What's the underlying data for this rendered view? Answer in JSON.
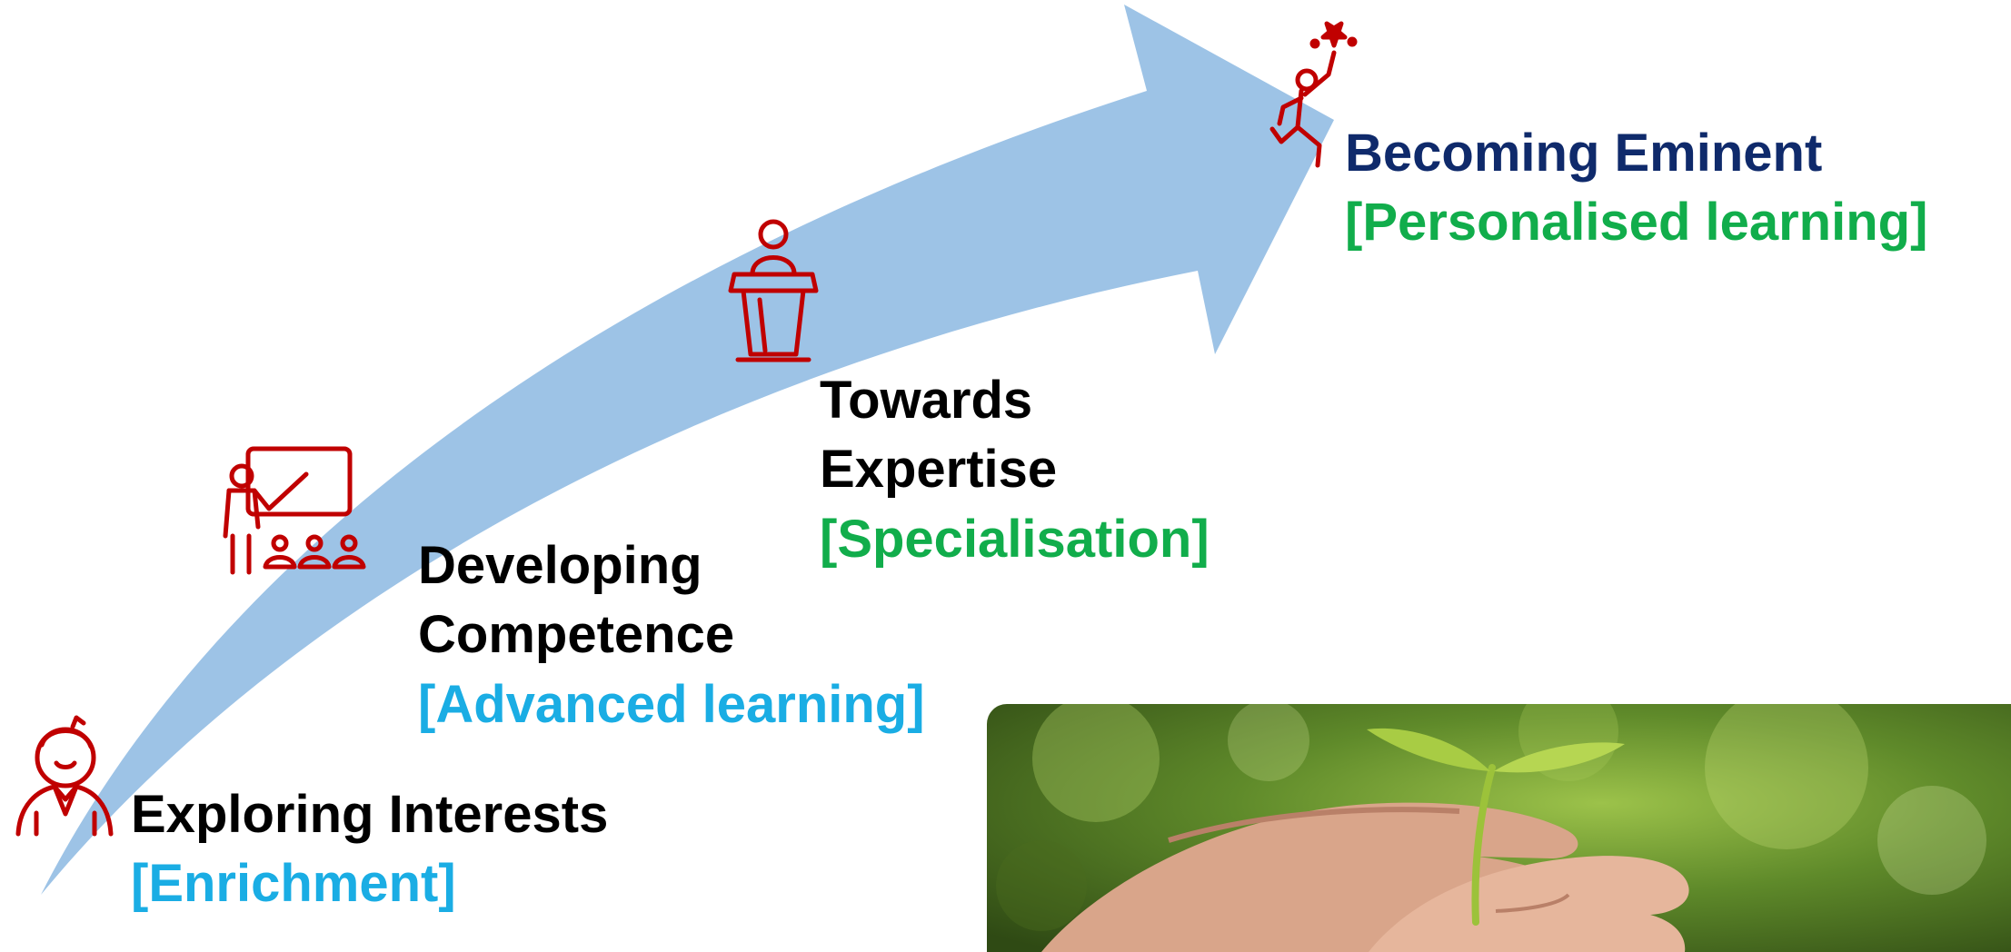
{
  "diagram": {
    "arrow_color": "#9DC3E6",
    "icon_color": "#C00000",
    "stages": [
      {
        "title_lines": [
          "Exploring Interests"
        ],
        "subtitle": "[Enrichment]",
        "subtitle_color": "#1AADE4",
        "icon": "student-icon"
      },
      {
        "title_lines": [
          "Developing",
          "Competence"
        ],
        "subtitle": "[Advanced learning]",
        "subtitle_color": "#1AADE4",
        "icon": "teacher-whiteboard-icon"
      },
      {
        "title_lines": [
          "Towards",
          "Expertise"
        ],
        "subtitle": "[Specialisation]",
        "subtitle_color": "#11AD4B",
        "icon": "podium-speaker-icon"
      },
      {
        "title_lines": [
          "Becoming Eminent"
        ],
        "subtitle": "[Personalised learning]",
        "subtitle_color": "#11AD4B",
        "title_color": "#0F2A6B",
        "icon": "star-achiever-icon"
      }
    ],
    "photo": {
      "subject": "hands holding seedling"
    }
  }
}
